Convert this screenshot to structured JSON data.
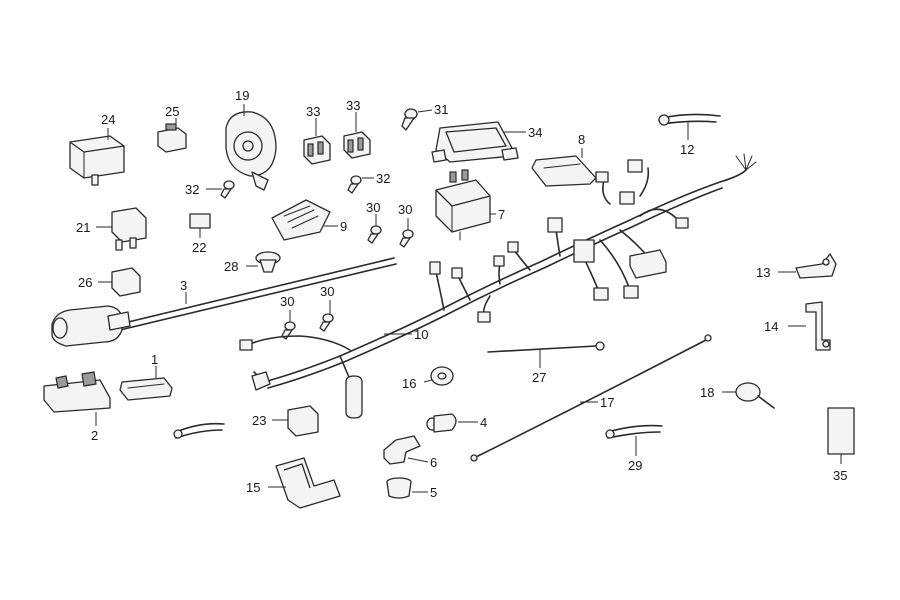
{
  "callouts": [
    "1",
    "2",
    "3",
    "4",
    "5",
    "6",
    "8",
    "9",
    "10",
    "12",
    "13",
    "14",
    "15",
    "16",
    "17",
    "18",
    "19",
    "21",
    "22",
    "23",
    "24",
    "25",
    "26",
    "27",
    "28",
    "29",
    "30",
    "31",
    "32",
    "33",
    "34",
    "35",
    "7"
  ],
  "labels": {
    "c1": "1",
    "c2": "2",
    "c3": "3",
    "c4": "4",
    "c5": "5",
    "c6": "6",
    "c7": "7",
    "c8": "8",
    "c9": "9",
    "c10": "10",
    "c12": "12",
    "c13": "13",
    "c14": "14",
    "c15": "15",
    "c16": "16",
    "c17": "17",
    "c18": "18",
    "c19": "19",
    "c21": "21",
    "c22": "22",
    "c23": "23",
    "c24": "24",
    "c25": "25",
    "c26": "26",
    "c27": "27",
    "c28": "28",
    "c29": "29",
    "c30a": "30",
    "c30b": "30",
    "c30c": "30",
    "c30d": "30",
    "c31": "31",
    "c32a": "32",
    "c32b": "32",
    "c33a": "33",
    "c33b": "33",
    "c34": "34",
    "c35": "35"
  },
  "colors": {
    "line": "#2a2a2a",
    "fill": "#f4f4f4",
    "background": "#ffffff"
  }
}
